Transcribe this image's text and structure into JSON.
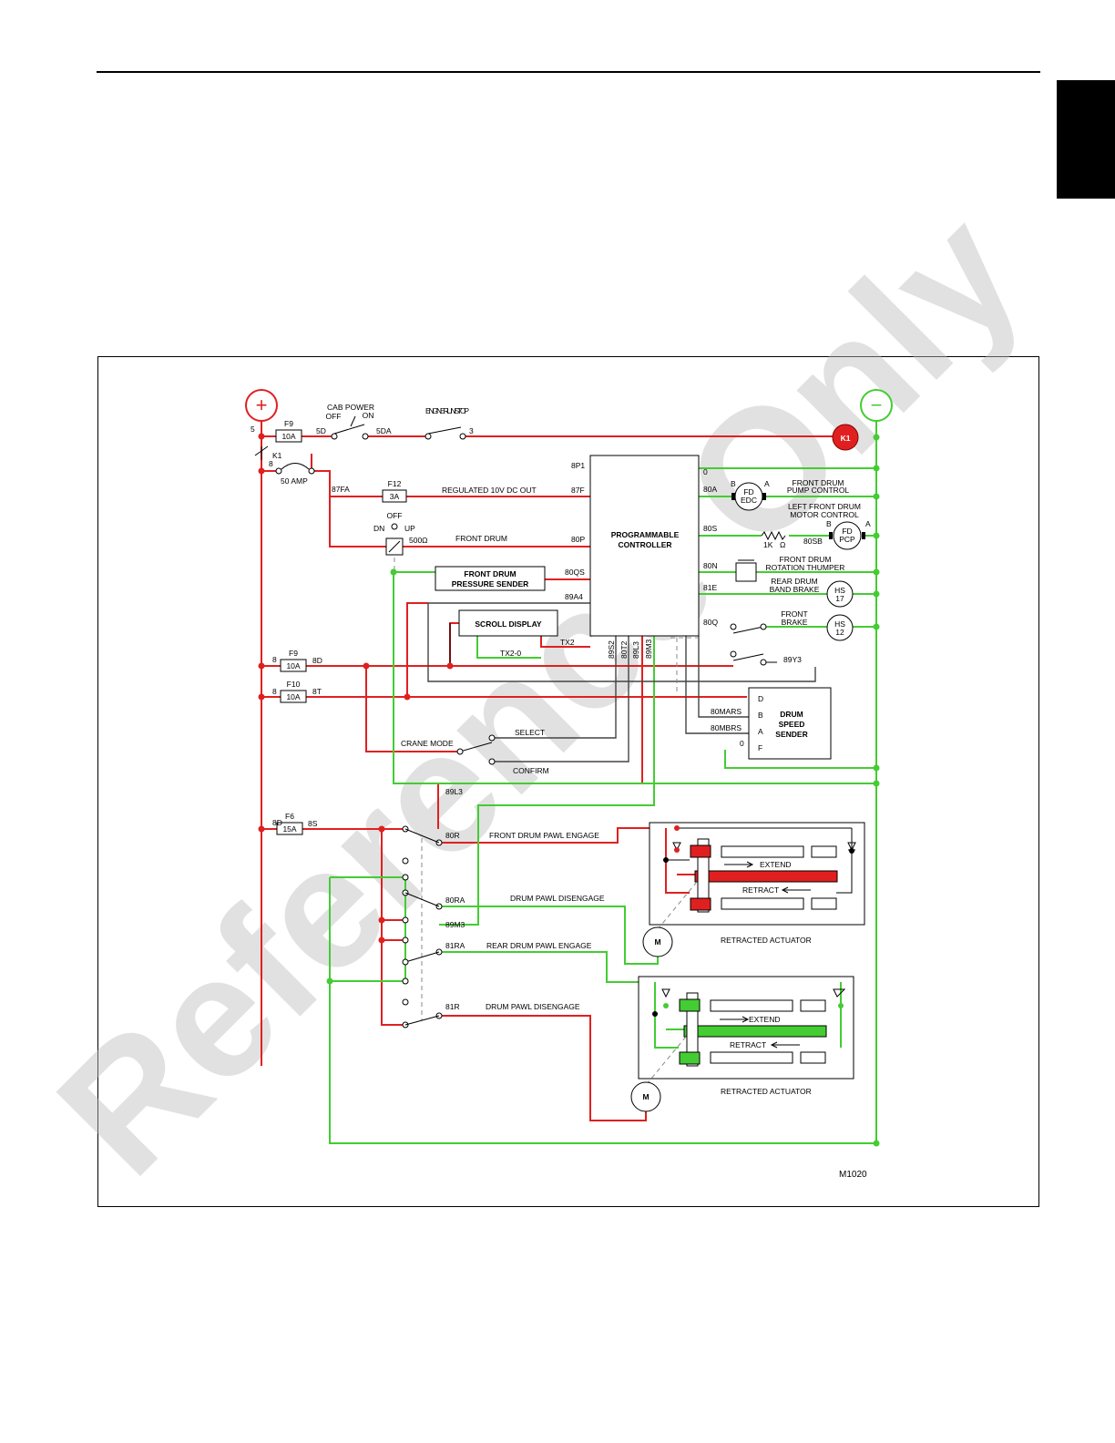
{
  "watermark": "Reference Only",
  "figure_id": "M1020",
  "supply": {
    "positive_symbol": "+",
    "negative_symbol": "−"
  },
  "relay_k1": "K1",
  "labels": {
    "cab_power": "CAB POWER",
    "off": "OFF",
    "on": "ON",
    "engine_run_stop": "ENGINE RUN/STOP",
    "w5": "5",
    "w5d": "5D",
    "w5da": "5DA",
    "w3": "3",
    "w8a": "8",
    "w8b": "8",
    "w8c": "8",
    "w8d": "8D",
    "k1": "K1",
    "amp50": "50 AMP",
    "w87fa": "87FA",
    "regulated": "REGULATED 10V DC OUT",
    "w87f": "87F",
    "w8p1": "8P1",
    "off2": "OFF",
    "dn": "DN",
    "up": "UP",
    "ohm500": "500Ω",
    "front_drum": "FRONT DRUM",
    "w80p": "80P",
    "fdps_1": "FRONT DRUM",
    "fdps_2": "PRESSURE SENDER",
    "w80qs": "80QS",
    "w89a4": "89A4",
    "scroll_display": "SCROLL DISPLAY",
    "tx2": "TX2",
    "tx20": "TX2-0",
    "w8t": "8T",
    "w8s": "8S",
    "pc_1": "PROGRAMMABLE",
    "pc_2": "CONTROLLER",
    "v89s2": "89S2",
    "v80t2": "80T2",
    "v89l3": "89L3",
    "v89m3": "89M3",
    "w0": "0",
    "w80a": "80A",
    "b1": "B",
    "a1": "A",
    "fdpc_1": "FRONT DRUM",
    "fdpc_2": "PUMP CONTROL",
    "fd": "FD",
    "edc": "EDC",
    "lfd_1": "LEFT FRONT DRUM",
    "lfd_2": "MOTOR CONTROL",
    "w80s": "80S",
    "b2": "B",
    "a2": "A",
    "r1k": "1K",
    "ohm": "Ω",
    "w80sb": "80SB",
    "fd2": "FD",
    "pcp": "PCP",
    "w80n": "80N",
    "fdrt_1": "FRONT DRUM",
    "fdrt_2": "ROTATION THUMPER",
    "w81e": "81E",
    "rdbb_1": "REAR DRUM",
    "rdbb_2": "BAND BRAKE",
    "hs": "HS",
    "hs17": "17",
    "w80q": "80Q",
    "fb_1": "FRONT",
    "fb_2": "BRAKE",
    "hs2": "HS",
    "hs12": "12",
    "w89y3": "89Y3",
    "d": "D",
    "bb": "B",
    "aa": "A",
    "f": "F",
    "w0b": "0",
    "w80mars": "80MARS",
    "w80mbrs": "80MBRS",
    "dss_1": "DRUM",
    "dss_2": "SPEED",
    "dss_3": "SENDER",
    "select": "SELECT",
    "crane_mode": "CRANE MODE",
    "confirm": "CONFIRM",
    "w89l3": "89L3",
    "w80r": "80R",
    "fdpe": "FRONT DRUM PAWL ENGAGE",
    "w80ra": "80RA",
    "dpd1": "DRUM PAWL DISENGAGE",
    "w89m3": "89M3",
    "w81ra": "81RA",
    "rdpe": "REAR DRUM PAWL ENGAGE",
    "w81r": "81R",
    "dpd2": "DRUM PAWL DISENGAGE",
    "extend1": "EXTEND",
    "retract1": "RETRACT",
    "ra1": "RETRACTED ACTUATOR",
    "extend2": "EXTEND",
    "retract2": "RETRACT",
    "ra2": "RETRACTED ACTUATOR",
    "m1": "M",
    "m2": "M"
  },
  "fuses": {
    "f9_top": {
      "name": "F9",
      "rating": "10A"
    },
    "f12": {
      "name": "F12",
      "rating": "3A"
    },
    "f9_mid": {
      "name": "F9",
      "rating": "10A"
    },
    "f10": {
      "name": "F10",
      "rating": "10A"
    },
    "f6": {
      "name": "F6",
      "rating": "15A"
    }
  },
  "colors": {
    "positive": "#e02020",
    "negative": "#44cc33",
    "k1_fill": "#e02020"
  }
}
